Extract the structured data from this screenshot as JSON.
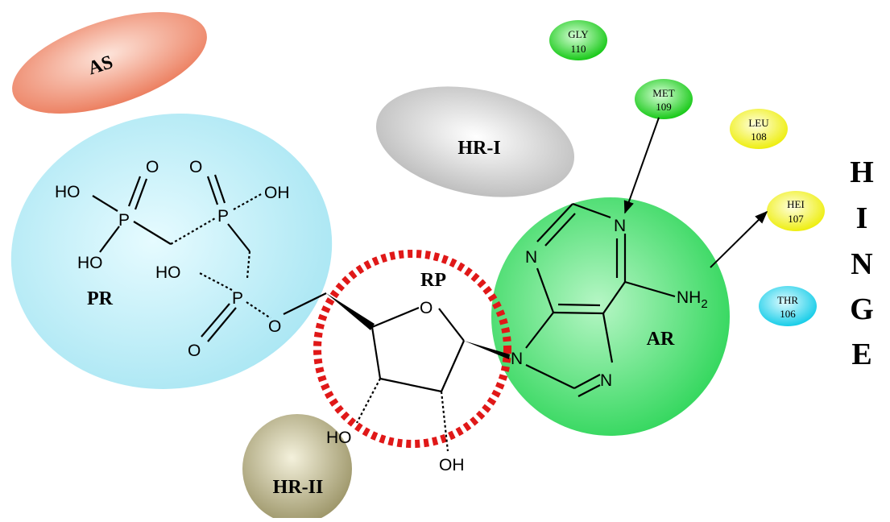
{
  "regions": {
    "as": "AS",
    "pr": "PR",
    "hr1": "HR-I",
    "hr2": "HR-II",
    "rp": "RP",
    "ar": "AR"
  },
  "residues": [
    {
      "name": "GLY",
      "number": "110",
      "color": "#22cc22"
    },
    {
      "name": "MET",
      "number": "109",
      "color": "#22cc22"
    },
    {
      "name": "LEU",
      "number": "108",
      "color": "#f2f21a"
    },
    {
      "name": "HEI",
      "number": "107",
      "color": "#f2f21a"
    },
    {
      "name": "THR",
      "number": "106",
      "color": "#1ecfe8"
    }
  ],
  "hinge": [
    "H",
    "I",
    "N",
    "G",
    "E"
  ],
  "atoms": {
    "ho1": "HO",
    "o1": "O",
    "o2": "O",
    "oh2": "OH",
    "ho3": "HO",
    "ho4": "HO",
    "o_ester": "O",
    "o5": "O",
    "o_ring": "O",
    "n1": "N",
    "n3": "N",
    "n7": "N",
    "n9": "N",
    "nh2": "NH",
    "nh2_sub": "2",
    "ho_sugar": "HO",
    "oh_sugar": "OH",
    "p1": "P",
    "p2": "P",
    "p3": "P"
  },
  "colors": {
    "as": "#f08a6c",
    "pr": "#b8ecf6",
    "hr1": "#c9c9c9",
    "hr2": "#a8a27a",
    "ar": "#3fe06a",
    "rp_ring": "#e01818"
  }
}
